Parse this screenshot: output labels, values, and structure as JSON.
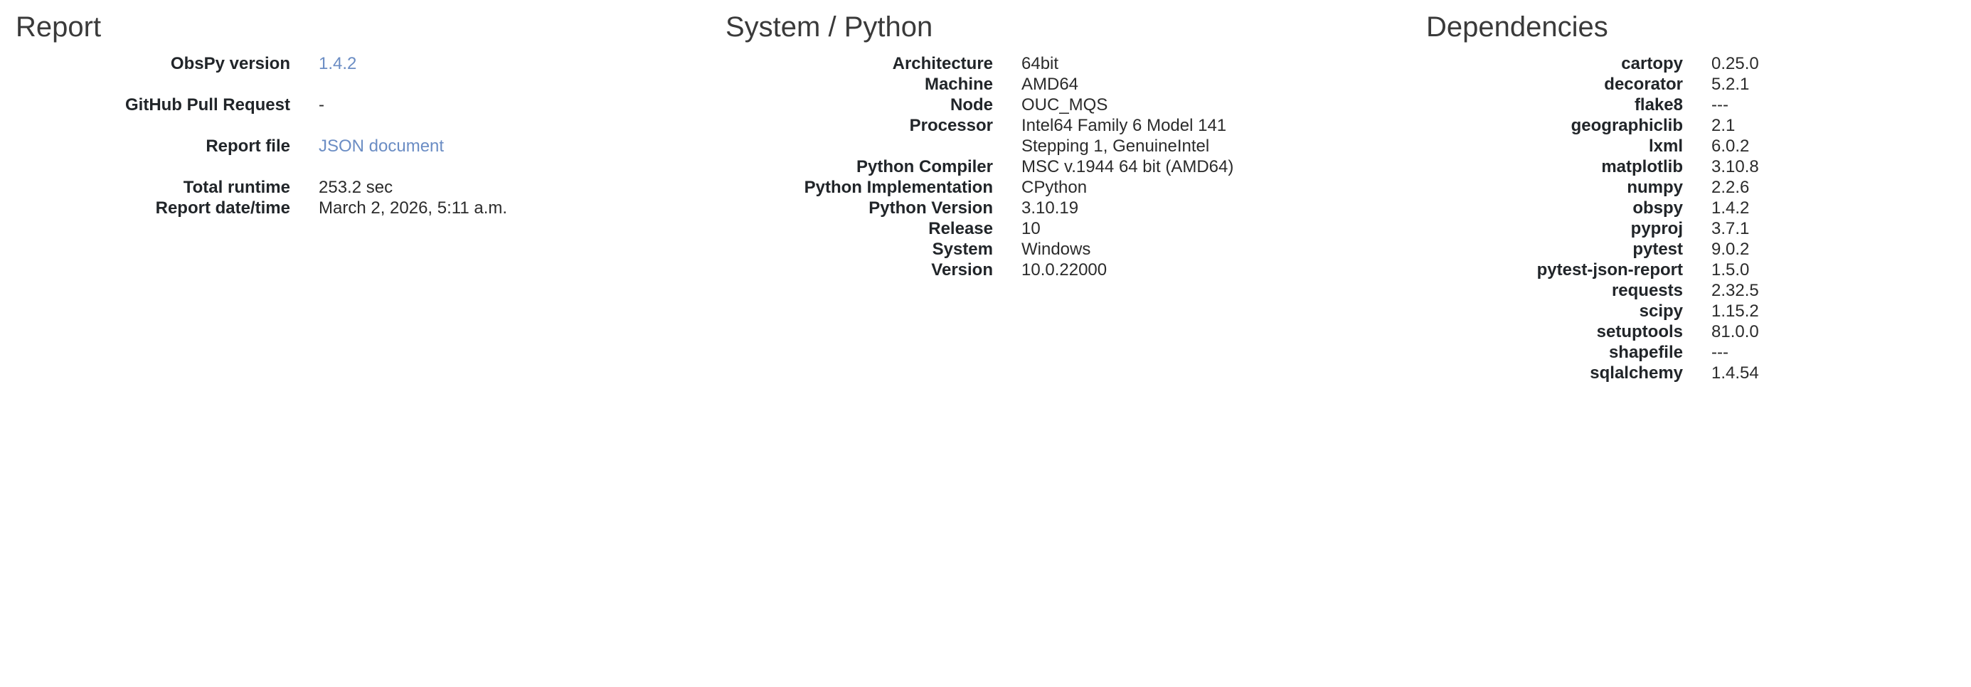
{
  "colors": {
    "link": "#6b8dc4",
    "text": "#2b2b2b",
    "label": "#212529",
    "heading": "#3a3a3a",
    "background": "#ffffff"
  },
  "report": {
    "title": "Report",
    "rows": [
      {
        "label": "ObsPy version",
        "value": "1.4.2",
        "is_link": true,
        "spaced": true
      },
      {
        "label": "GitHub Pull Request",
        "value": "-",
        "is_link": false,
        "spaced": true
      },
      {
        "label": "Report file",
        "value": "JSON document",
        "is_link": true,
        "spaced": true
      },
      {
        "label": "Total runtime",
        "value": "253.2 sec",
        "is_link": false,
        "spaced": false
      },
      {
        "label": "Report date/time",
        "value": "March 2, 2026, 5:11 a.m.",
        "is_link": false,
        "spaced": false
      }
    ]
  },
  "system": {
    "title": "System / Python",
    "rows": [
      {
        "label": "Architecture",
        "value": "64bit"
      },
      {
        "label": "Machine",
        "value": "AMD64"
      },
      {
        "label": "Node",
        "value": "OUC_MQS"
      },
      {
        "label": "Processor",
        "value": "Intel64 Family 6 Model 141\nStepping 1, GenuineIntel"
      },
      {
        "label": "Python Compiler",
        "value": "MSC v.1944 64 bit (AMD64)"
      },
      {
        "label": "Python Implementation",
        "value": "CPython"
      },
      {
        "label": "Python Version",
        "value": "3.10.19"
      },
      {
        "label": "Release",
        "value": "10"
      },
      {
        "label": "System",
        "value": "Windows"
      },
      {
        "label": "Version",
        "value": "10.0.22000"
      }
    ]
  },
  "dependencies": {
    "title": "Dependencies",
    "rows": [
      {
        "label": "cartopy",
        "value": "0.25.0"
      },
      {
        "label": "decorator",
        "value": "5.2.1"
      },
      {
        "label": "flake8",
        "value": "---"
      },
      {
        "label": "geographiclib",
        "value": "2.1"
      },
      {
        "label": "lxml",
        "value": "6.0.2"
      },
      {
        "label": "matplotlib",
        "value": "3.10.8"
      },
      {
        "label": "numpy",
        "value": "2.2.6"
      },
      {
        "label": "obspy",
        "value": "1.4.2"
      },
      {
        "label": "pyproj",
        "value": "3.7.1"
      },
      {
        "label": "pytest",
        "value": "9.0.2"
      },
      {
        "label": "pytest-json-report",
        "value": "1.5.0"
      },
      {
        "label": "requests",
        "value": "2.32.5"
      },
      {
        "label": "scipy",
        "value": "1.15.2"
      },
      {
        "label": "setuptools",
        "value": "81.0.0"
      },
      {
        "label": "shapefile",
        "value": "---"
      },
      {
        "label": "sqlalchemy",
        "value": "1.4.54"
      }
    ]
  }
}
